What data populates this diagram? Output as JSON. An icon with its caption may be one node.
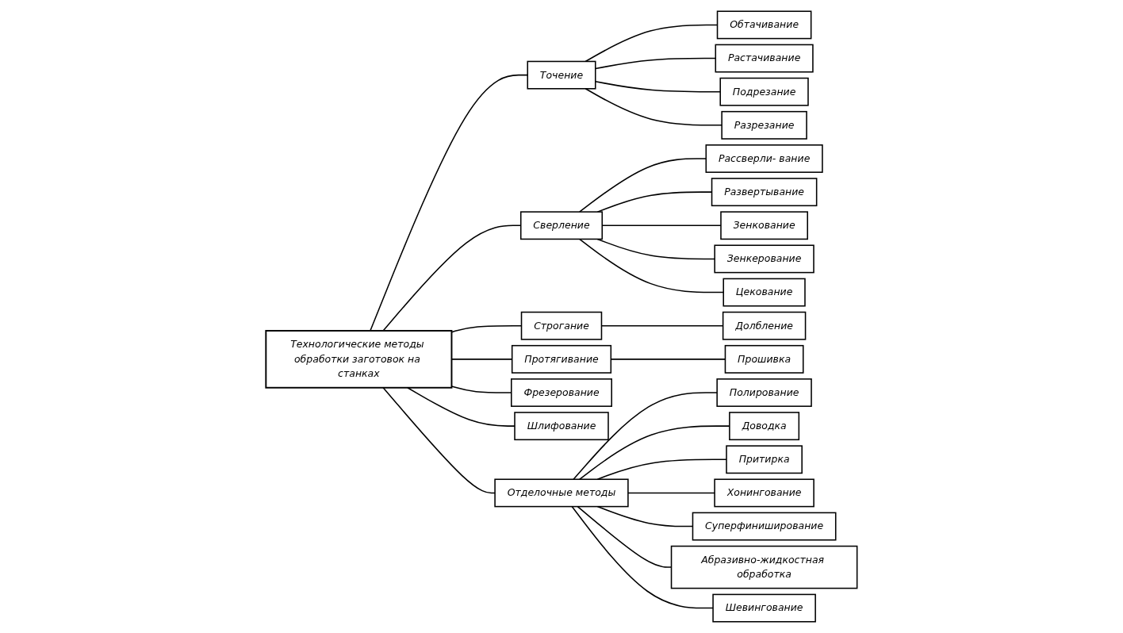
{
  "diagram": {
    "nodes": [
      {
        "text": [
          "Технологические методы обработки заготовок на станках"
        ]
      },
      {
        "text": [
          "Точение"
        ]
      },
      {
        "text": [
          "Обтачивание"
        ]
      },
      {
        "text": [
          "Растачивание"
        ]
      },
      {
        "text": [
          "Подрезание"
        ]
      },
      {
        "text": [
          "Разрезание"
        ]
      },
      {
        "text": [
          "Сверление"
        ]
      },
      {
        "text": [
          "Рассверли- вание"
        ]
      },
      {
        "text": [
          "Развертывание"
        ]
      },
      {
        "text": [
          "Зенкование"
        ]
      },
      {
        "text": [
          "Зенкерование"
        ]
      },
      {
        "text": [
          "Цекование"
        ]
      },
      {
        "text": [
          "Строгание"
        ]
      },
      {
        "text": [
          "Долбление"
        ]
      },
      {
        "text": [
          "Протягивание"
        ]
      },
      {
        "text": [
          "Прошивка"
        ]
      },
      {
        "text": [
          "Фрезерование"
        ]
      },
      {
        "text": [
          "Шлифование"
        ]
      },
      {
        "text": [
          "Отделочные методы"
        ]
      },
      {
        "text": [
          "Полирование"
        ]
      },
      {
        "text": [
          "Доводка"
        ]
      },
      {
        "text": [
          "Притирка"
        ]
      },
      {
        "text": [
          "Хонингование"
        ]
      },
      {
        "text": [
          "Суперфиниширование"
        ]
      },
      {
        "text": [
          "Абразивно-жидкостная обработка"
        ]
      },
      {
        "text": [
          "Шевингование"
        ]
      }
    ],
    "edges": [
      {
        "from": 0,
        "to": 1,
        "arrow": "none"
      },
      {
        "from": 0,
        "to": 6,
        "arrow": "none"
      },
      {
        "from": 0,
        "to": 12,
        "arrow": "none"
      },
      {
        "from": 0,
        "to": 14,
        "arrow": "none"
      },
      {
        "from": 0,
        "to": 16,
        "arrow": "none"
      },
      {
        "from": 0,
        "to": 17,
        "arrow": "none"
      },
      {
        "from": 0,
        "to": 18,
        "arrow": "none"
      },
      {
        "from": 1,
        "to": 2,
        "arrow": "none"
      },
      {
        "from": 1,
        "to": 3,
        "arrow": "none"
      },
      {
        "from": 1,
        "to": 4,
        "arrow": "none"
      },
      {
        "from": 1,
        "to": 5,
        "arrow": "none"
      },
      {
        "from": 6,
        "to": 7,
        "arrow": "none"
      },
      {
        "from": 6,
        "to": 8,
        "arrow": "none"
      },
      {
        "from": 6,
        "to": 9,
        "arrow": "none"
      },
      {
        "from": 6,
        "to": 10,
        "arrow": "none"
      },
      {
        "from": 6,
        "to": 11,
        "arrow": "none"
      },
      {
        "from": 12,
        "to": 13,
        "arrow": "none"
      },
      {
        "from": 14,
        "to": 15,
        "arrow": "none"
      },
      {
        "from": 18,
        "to": 19,
        "arrow": "none"
      },
      {
        "from": 18,
        "to": 20,
        "arrow": "none"
      },
      {
        "from": 18,
        "to": 21,
        "arrow": "none"
      },
      {
        "from": 18,
        "to": 22,
        "arrow": "none"
      },
      {
        "from": 18,
        "to": 23,
        "arrow": "none"
      },
      {
        "from": 18,
        "to": 24,
        "arrow": "none"
      },
      {
        "from": 18,
        "to": 25,
        "arrow": "none"
      }
    ]
  }
}
